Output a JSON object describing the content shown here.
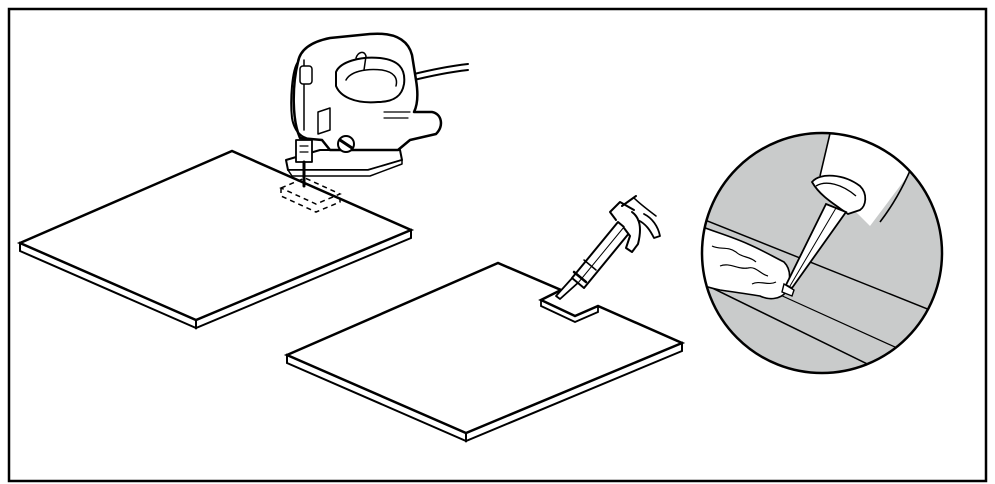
{
  "figure": {
    "type": "instruction-illustration",
    "steps": [
      {
        "name": "jigsaw-cutting-panel",
        "tool_icon": "jigsaw-icon"
      },
      {
        "name": "caulk-gun-applying-sealant",
        "tool_icon": "caulk-gun-icon"
      },
      {
        "name": "sealant-bead-detail",
        "tool_icon": "caulk-nozzle-icon"
      }
    ],
    "colors": {
      "line": "#000000",
      "panel_fill": "#ffffff",
      "detail_fill": "#c9cbcb",
      "frame": "#000000",
      "background": "#ffffff"
    }
  }
}
